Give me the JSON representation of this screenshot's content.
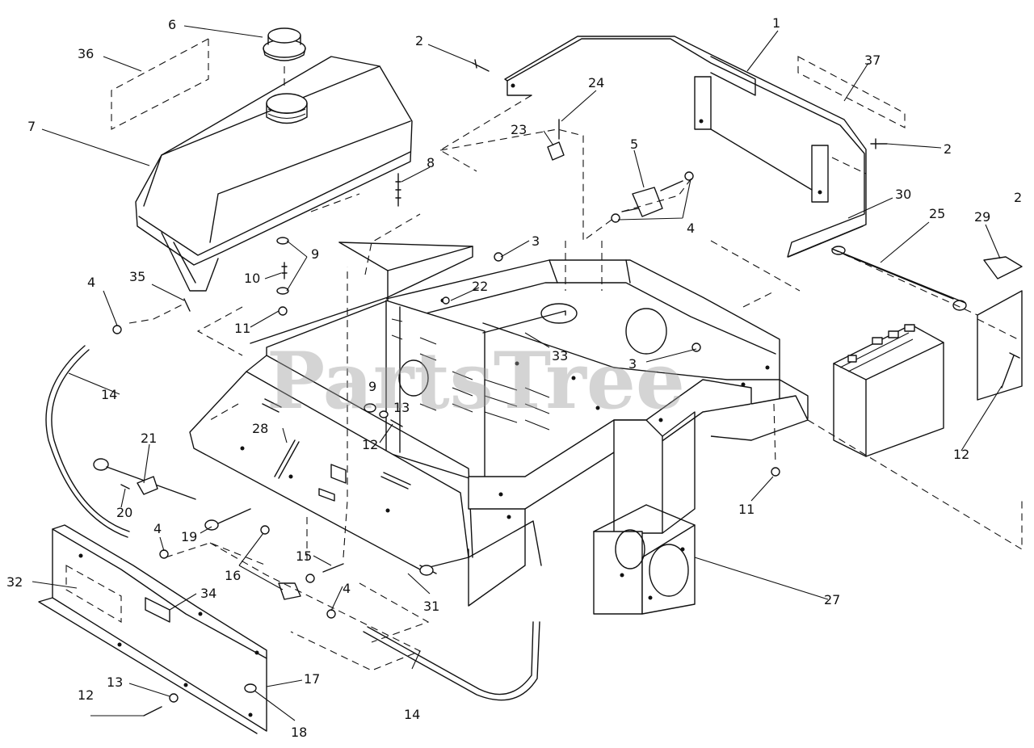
{
  "watermark": "PartsTree",
  "callouts": [
    {
      "id": "c1",
      "label": "1"
    },
    {
      "id": "c2a",
      "label": "2"
    },
    {
      "id": "c2b",
      "label": "2"
    },
    {
      "id": "c2c",
      "label": "2"
    },
    {
      "id": "c3a",
      "label": "3"
    },
    {
      "id": "c3b",
      "label": "3"
    },
    {
      "id": "c4a",
      "label": "4"
    },
    {
      "id": "c4b",
      "label": "4"
    },
    {
      "id": "c4c",
      "label": "4"
    },
    {
      "id": "c4d",
      "label": "4"
    },
    {
      "id": "c5",
      "label": "5"
    },
    {
      "id": "c6",
      "label": "6"
    },
    {
      "id": "c7",
      "label": "7"
    },
    {
      "id": "c8",
      "label": "8"
    },
    {
      "id": "c9a",
      "label": "9"
    },
    {
      "id": "c9b",
      "label": "9"
    },
    {
      "id": "c10",
      "label": "10"
    },
    {
      "id": "c11a",
      "label": "11"
    },
    {
      "id": "c11b",
      "label": "11"
    },
    {
      "id": "c12a",
      "label": "12"
    },
    {
      "id": "c12b",
      "label": "12"
    },
    {
      "id": "c12c",
      "label": "12"
    },
    {
      "id": "c13a",
      "label": "13"
    },
    {
      "id": "c13b",
      "label": "13"
    },
    {
      "id": "c14a",
      "label": "14"
    },
    {
      "id": "c14b",
      "label": "14"
    },
    {
      "id": "c15",
      "label": "15"
    },
    {
      "id": "c16",
      "label": "16"
    },
    {
      "id": "c17",
      "label": "17"
    },
    {
      "id": "c18",
      "label": "18"
    },
    {
      "id": "c19",
      "label": "19"
    },
    {
      "id": "c20",
      "label": "20"
    },
    {
      "id": "c21",
      "label": "21"
    },
    {
      "id": "c22",
      "label": "22"
    },
    {
      "id": "c23",
      "label": "23"
    },
    {
      "id": "c24",
      "label": "24"
    },
    {
      "id": "c25",
      "label": "25"
    },
    {
      "id": "c27",
      "label": "27"
    },
    {
      "id": "c28",
      "label": "28"
    },
    {
      "id": "c29",
      "label": "29"
    },
    {
      "id": "c30",
      "label": "30"
    },
    {
      "id": "c31",
      "label": "31"
    },
    {
      "id": "c32",
      "label": "32"
    },
    {
      "id": "c33",
      "label": "33"
    },
    {
      "id": "c34",
      "label": "34"
    },
    {
      "id": "c35",
      "label": "35"
    },
    {
      "id": "c36",
      "label": "36"
    },
    {
      "id": "c37",
      "label": "37"
    }
  ]
}
